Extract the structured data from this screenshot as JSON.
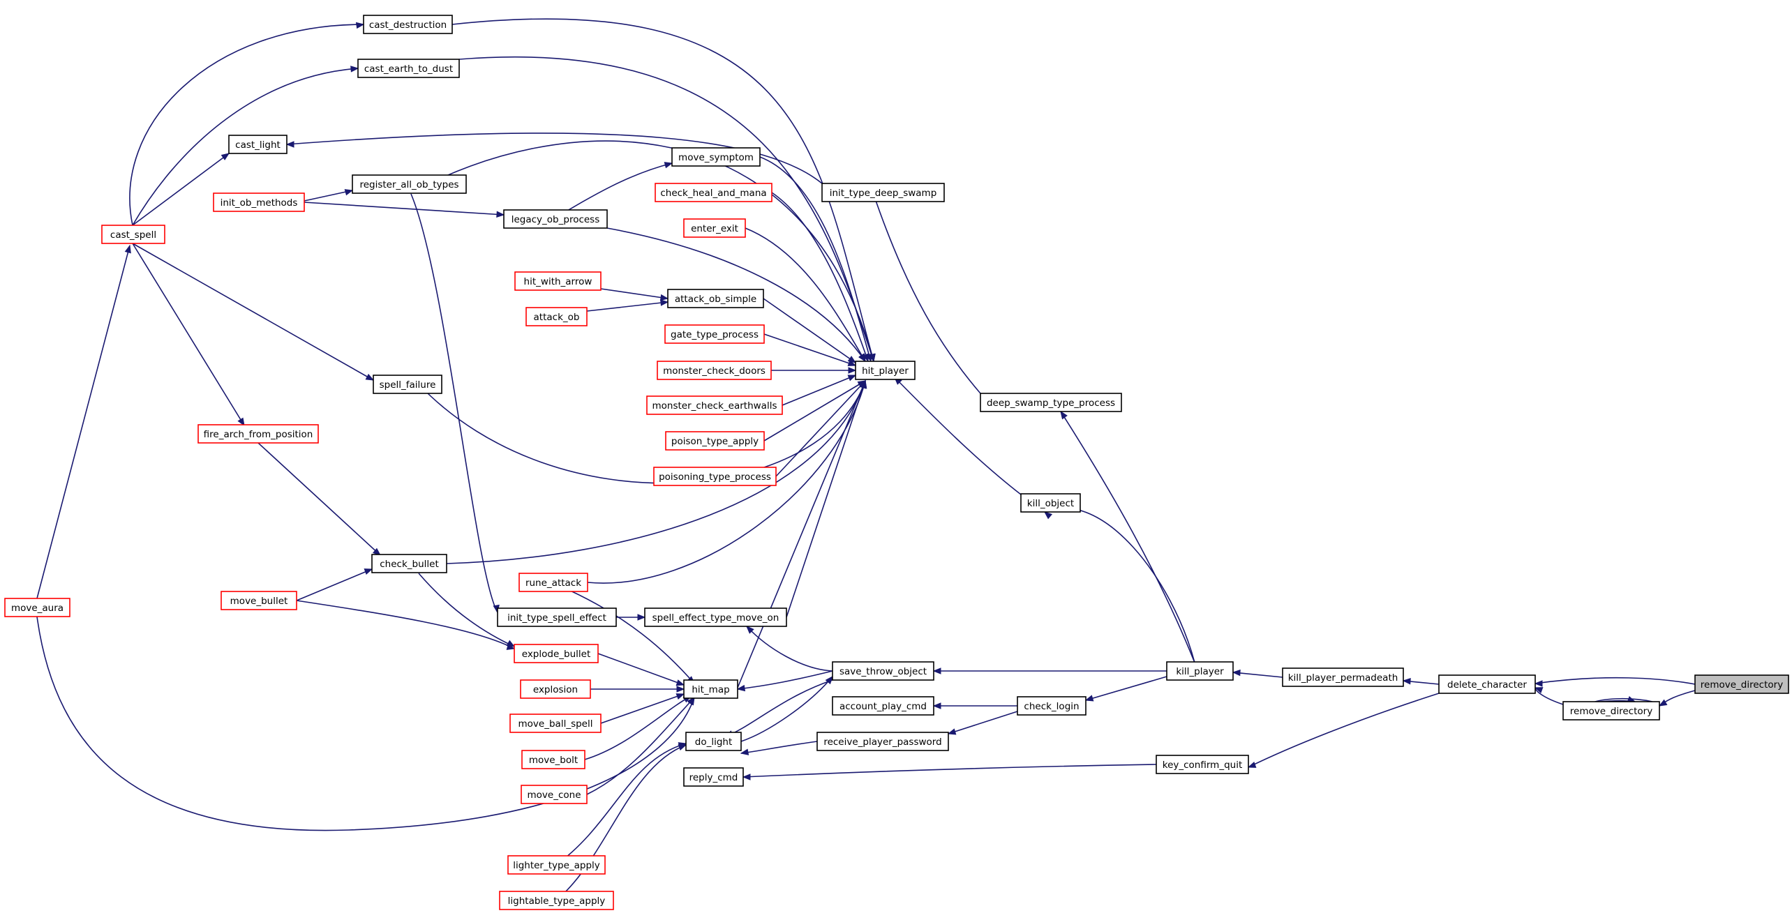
{
  "colors": {
    "edge": "#191970",
    "node_border_black": "#000000",
    "node_border_red": "#ff0000",
    "node_fill": "#ffffff",
    "root_fill": "#bfbfbf"
  },
  "nodes": {
    "cast_destruction": "cast_destruction",
    "cast_earth_to_dust": "cast_earth_to_dust",
    "cast_light": "cast_light",
    "register_all_ob_types": "register_all_ob_types",
    "init_ob_methods": "init_ob_methods",
    "cast_spell": "cast_spell",
    "move_symptom": "move_symptom",
    "check_heal_and_mana": "check_heal_and_mana",
    "enter_exit": "enter_exit",
    "legacy_ob_process": "legacy_ob_process",
    "init_type_deep_swamp": "init_type_deep_swamp",
    "hit_with_arrow": "hit_with_arrow",
    "attack_ob": "attack_ob",
    "attack_ob_simple": "attack_ob_simple",
    "gate_type_process": "gate_type_process",
    "monster_check_doors": "monster_check_doors",
    "monster_check_earthwalls": "monster_check_earthwalls",
    "poison_type_apply": "poison_type_apply",
    "poisoning_type_process": "poisoning_type_process",
    "hit_player": "hit_player",
    "spell_failure": "spell_failure",
    "deep_swamp_type_process": "deep_swamp_type_process",
    "fire_arch_from_position": "fire_arch_from_position",
    "kill_object": "kill_object",
    "check_bullet": "check_bullet",
    "move_bullet": "move_bullet",
    "rune_attack": "rune_attack",
    "move_aura": "move_aura",
    "init_type_spell_effect": "init_type_spell_effect",
    "spell_effect_type_move_on": "spell_effect_type_move_on",
    "explode_bullet": "explode_bullet",
    "explosion": "explosion",
    "hit_map": "hit_map",
    "save_throw_object": "save_throw_object",
    "kill_player": "kill_player",
    "kill_player_permadeath": "kill_player_permadeath",
    "delete_character": "delete_character",
    "remove_directory_root": "remove_directory",
    "remove_directory": "remove_directory",
    "move_ball_spell": "move_ball_spell",
    "account_play_cmd": "account_play_cmd",
    "check_login": "check_login",
    "do_light": "do_light",
    "receive_player_password": "receive_player_password",
    "move_bolt": "move_bolt",
    "reply_cmd": "reply_cmd",
    "key_confirm_quit": "key_confirm_quit",
    "move_cone": "move_cone",
    "lighter_type_apply": "lighter_type_apply",
    "lightable_type_apply": "lightable_type_apply"
  }
}
